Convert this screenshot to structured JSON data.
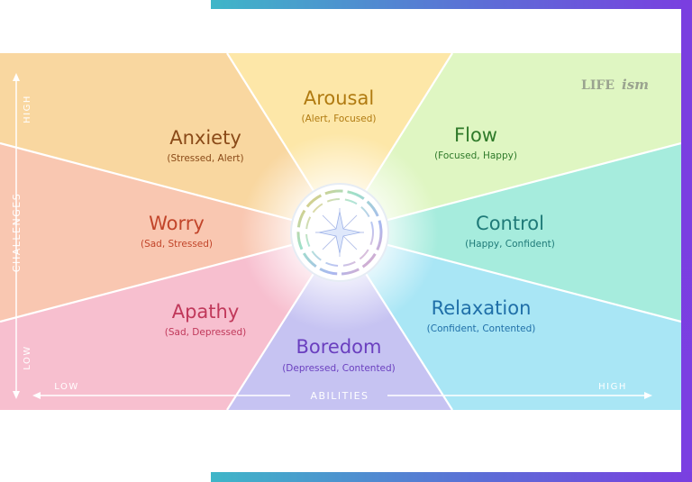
{
  "brand": {
    "logo_text": "LIFE",
    "logo_script": "ism"
  },
  "axes": {
    "y_label": "CHALLENGES",
    "y_high": "HIGH",
    "y_low": "LOW",
    "x_label": "ABILITIES",
    "x_low": "LOW",
    "x_high": "HIGH"
  },
  "states": [
    {
      "name": "Arousal",
      "desc": "(Alert, Focused)",
      "color": "#b07a10",
      "fill": "#fde7a8"
    },
    {
      "name": "Flow",
      "desc": "(Focused, Happy)",
      "color": "#2f7a2a",
      "fill": "#dff6c2"
    },
    {
      "name": "Control",
      "desc": "(Happy, Confident)",
      "color": "#1f7a78",
      "fill": "#a6ecdd"
    },
    {
      "name": "Relaxation",
      "desc": "(Confident, Contented)",
      "color": "#1f6fa8",
      "fill": "#a9e6f5"
    },
    {
      "name": "Boredom",
      "desc": "(Depressed, Contented)",
      "color": "#6a3fbf",
      "fill": "#c6c3f2"
    },
    {
      "name": "Apathy",
      "desc": "(Sad, Depressed)",
      "color": "#c0385a",
      "fill": "#f7bfcf"
    },
    {
      "name": "Worry",
      "desc": "(Sad, Stressed)",
      "color": "#c2452a",
      "fill": "#f9c7b1"
    },
    {
      "name": "Anxiety",
      "desc": "(Stressed, Alert)",
      "color": "#8a4a18",
      "fill": "#f9d7a0"
    }
  ]
}
